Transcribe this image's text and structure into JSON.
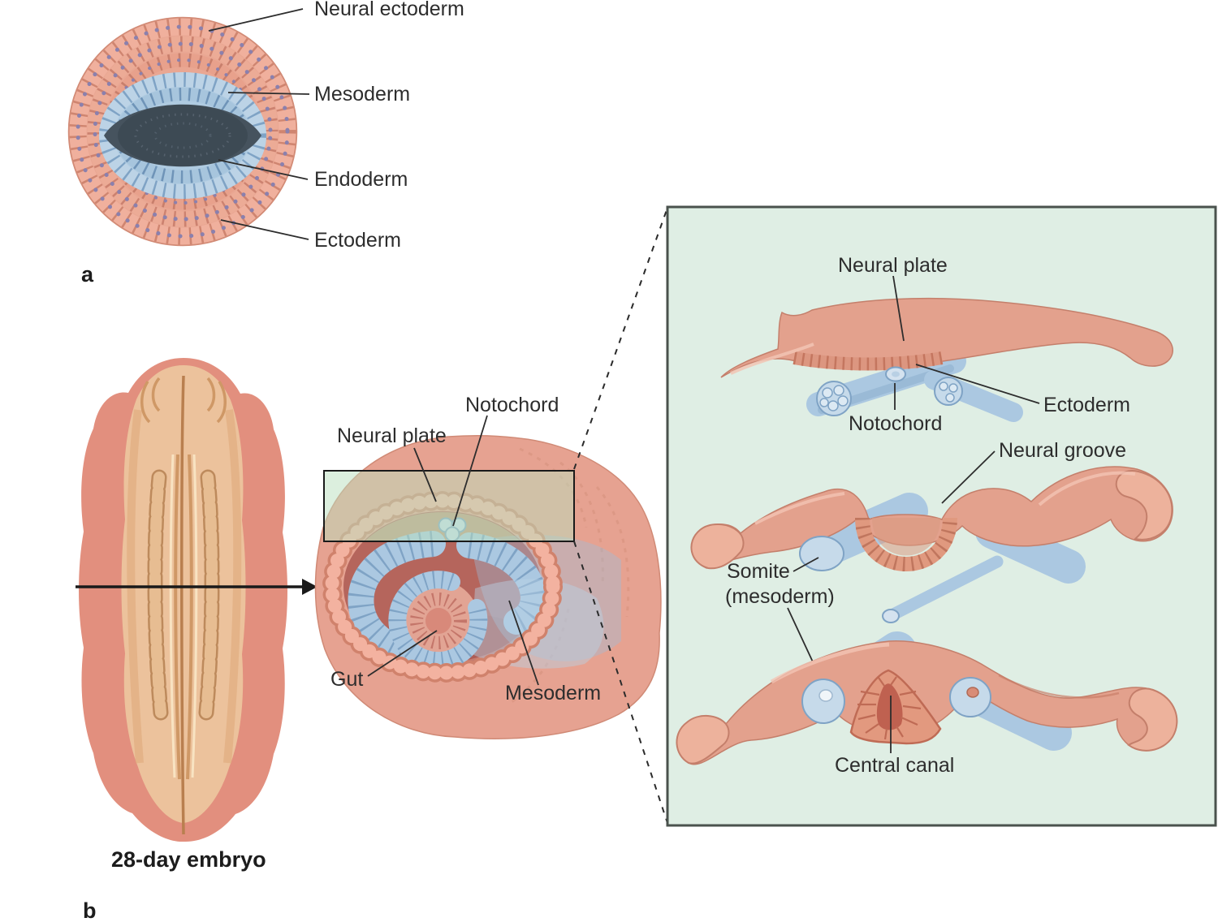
{
  "figure": {
    "panel_a": {
      "letter": "a",
      "labels": {
        "neural_ectoderm": "Neural ectoderm",
        "mesoderm": "Mesoderm",
        "endoderm": "Endoderm",
        "ectoderm": "Ectoderm"
      }
    },
    "panel_b": {
      "letter": "b",
      "caption": "28-day embryo",
      "cross_section_labels": {
        "neural_plate": "Neural plate",
        "notochord": "Notochord",
        "gut": "Gut",
        "mesoderm": "Mesoderm"
      },
      "zoom_panel": {
        "stage_neural_plate": {
          "neural_plate": "Neural plate",
          "notochord": "Notochord",
          "ectoderm": "Ectoderm"
        },
        "stage_neural_groove": {
          "neural_groove": "Neural groove",
          "somite_line1": "Somite",
          "somite_line2": "(mesoderm)"
        },
        "stage_neural_tube": {
          "central_canal": "Central canal"
        }
      }
    },
    "colors": {
      "panel_background": "#dfeee4",
      "highlight_box": "#b9e0bd",
      "ectoderm_salmon": "#e8a493",
      "mesoderm_blue": "#abc8e1",
      "interior_rose": "#b5655c",
      "blastocoel_dark": "#46535e",
      "label_text": "#2d2d2d"
    }
  }
}
